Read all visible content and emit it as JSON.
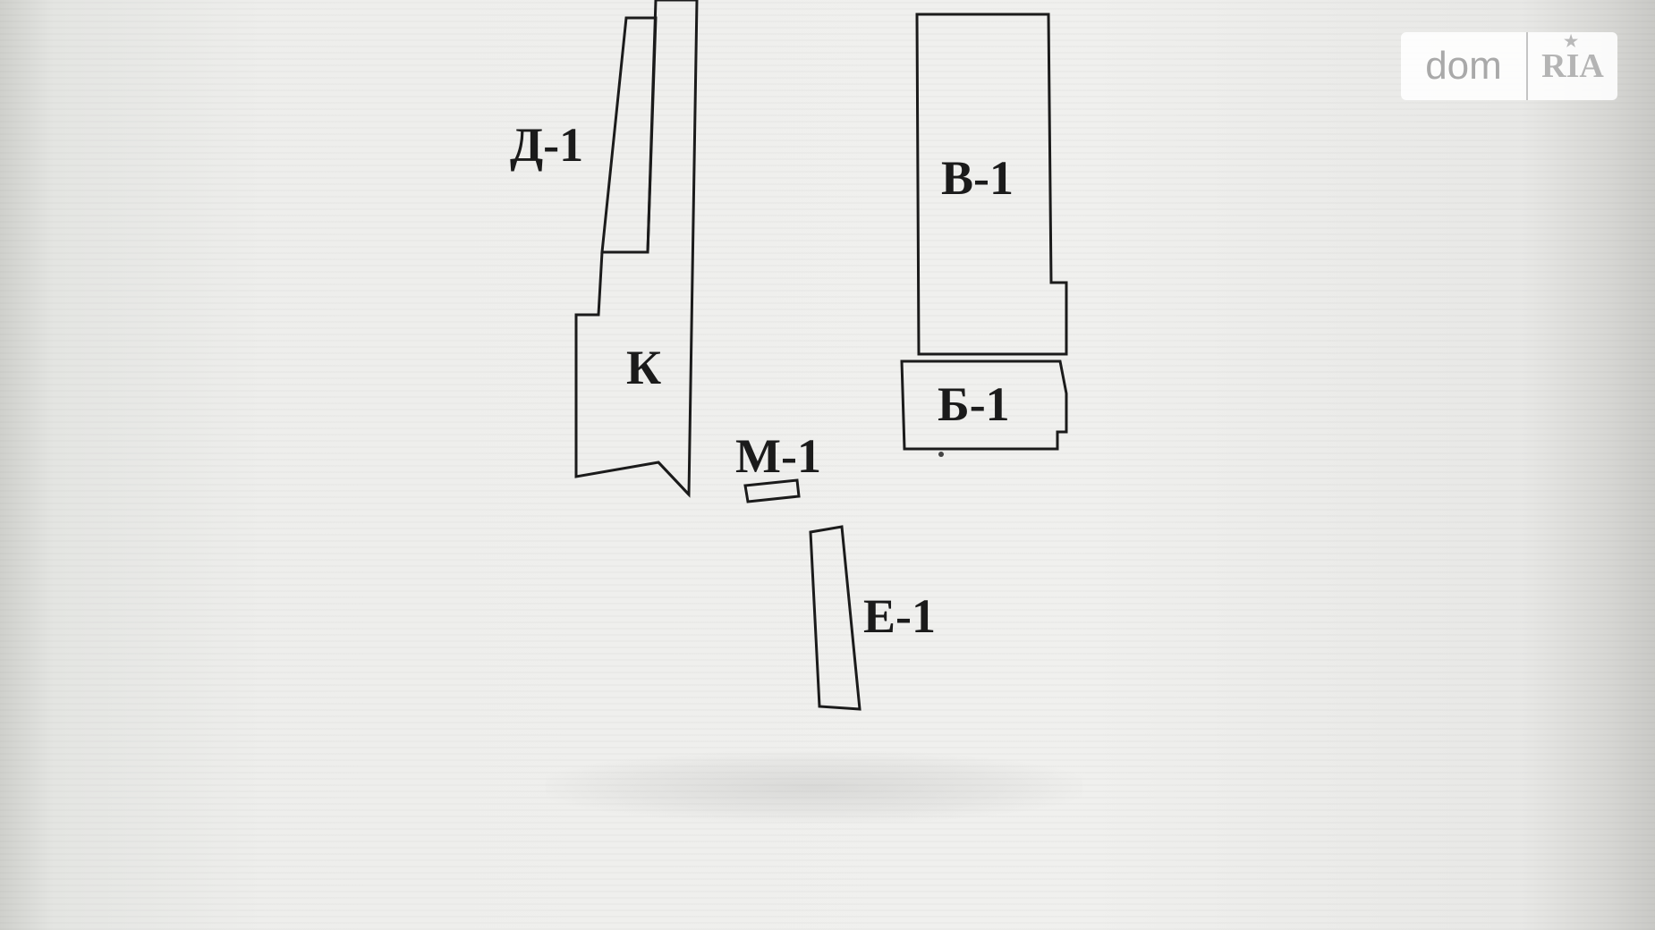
{
  "diagram": {
    "labels": {
      "d1": "Д-1",
      "k": "К",
      "v1": "В-1",
      "b1": "Б-1",
      "m1": "М-1",
      "e1": "Е-1"
    }
  },
  "watermark": {
    "dom": "dom",
    "ria": "RIA",
    "star_icon": "star-icon"
  },
  "colors": {
    "line": "#1b1b1b",
    "paper": "#f0f0ee",
    "watermark": "#a9a9a9"
  }
}
